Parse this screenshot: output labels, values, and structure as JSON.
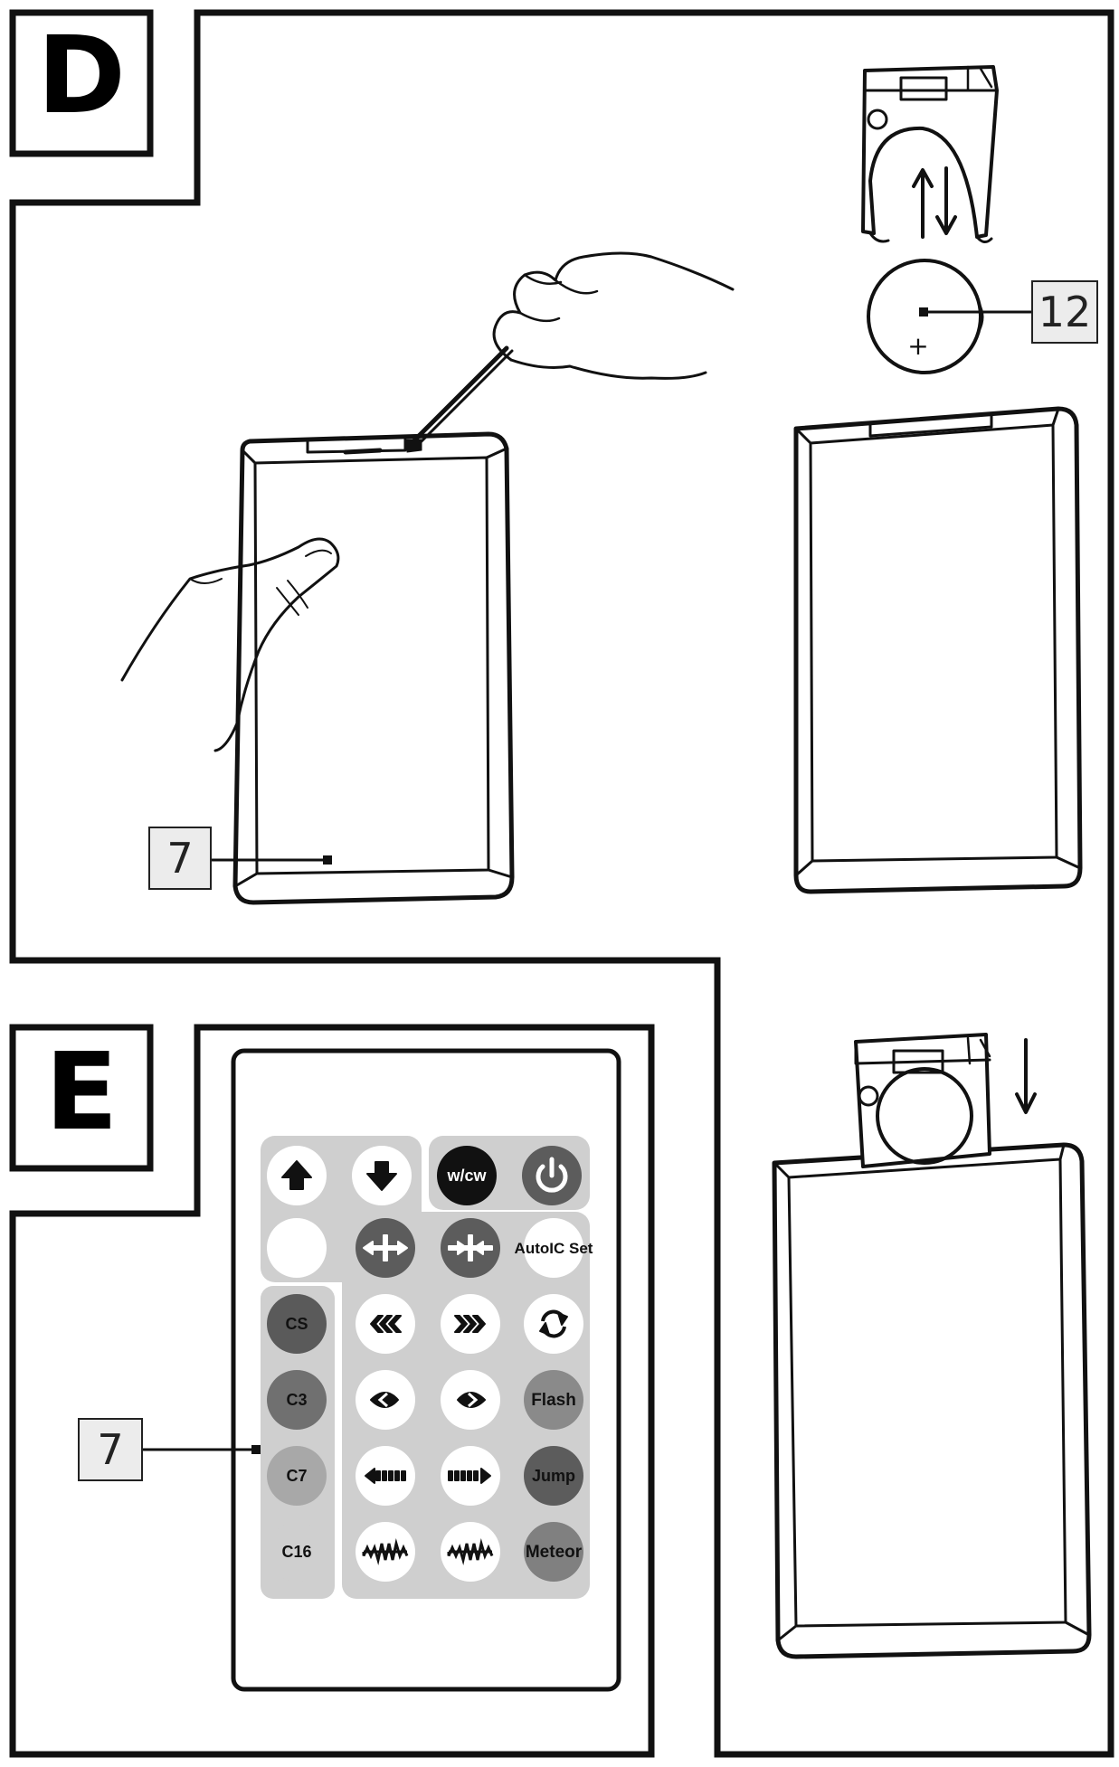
{
  "sections": {
    "d": {
      "letter": "D"
    },
    "e": {
      "letter": "E"
    }
  },
  "callouts": {
    "remote_top": "7",
    "battery": "12",
    "remote_keypad": "7"
  },
  "battery": {
    "polarity": "+"
  },
  "remote_buttons": [
    {
      "id": "up",
      "label": "",
      "icon": "arrow-up-icon",
      "fill": "#ffffff"
    },
    {
      "id": "down",
      "label": "",
      "icon": "arrow-down-icon",
      "fill": "#ffffff"
    },
    {
      "id": "wcw",
      "label": "w/cw",
      "icon": "",
      "fill": "#111111"
    },
    {
      "id": "power",
      "label": "",
      "icon": "power-icon",
      "fill": "#5c5c5c"
    },
    {
      "id": "white",
      "label": "",
      "icon": "",
      "fill": "#ffffff"
    },
    {
      "id": "expand",
      "label": "",
      "icon": "expand-icon",
      "fill": "#5c5c5c"
    },
    {
      "id": "collapse",
      "label": "",
      "icon": "collapse-icon",
      "fill": "#5c5c5c"
    },
    {
      "id": "autoic",
      "label": "AutoIC Set",
      "icon": "",
      "fill": "#ffffff"
    },
    {
      "id": "cs",
      "label": "CS",
      "icon": "",
      "fill": "#5a5a5a"
    },
    {
      "id": "chev-left",
      "label": "",
      "icon": "chevrons-left-icon",
      "fill": "#ffffff"
    },
    {
      "id": "chev-right",
      "label": "",
      "icon": "chevrons-right-icon",
      "fill": "#ffffff"
    },
    {
      "id": "cycle",
      "label": "",
      "icon": "cycle-icon",
      "fill": "#ffffff"
    },
    {
      "id": "c3",
      "label": "C3",
      "icon": "",
      "fill": "#707070"
    },
    {
      "id": "eye-left",
      "label": "",
      "icon": "eye-left-icon",
      "fill": "#ffffff"
    },
    {
      "id": "eye-right",
      "label": "",
      "icon": "eye-right-icon",
      "fill": "#ffffff"
    },
    {
      "id": "flash",
      "label": "Flash",
      "icon": "",
      "fill": "#8a8a8a"
    },
    {
      "id": "c7",
      "label": "C7",
      "icon": "",
      "fill": "#a8a8a8"
    },
    {
      "id": "dash-left",
      "label": "",
      "icon": "dash-arrow-left-icon",
      "fill": "#ffffff"
    },
    {
      "id": "dash-right",
      "label": "",
      "icon": "dash-arrow-right-icon",
      "fill": "#ffffff"
    },
    {
      "id": "jump",
      "label": "Jump",
      "icon": "",
      "fill": "#5c5c5c"
    },
    {
      "id": "c16",
      "label": "C16",
      "icon": "",
      "fill": "#cfcfcf"
    },
    {
      "id": "spark-left",
      "label": "",
      "icon": "spark-left-icon",
      "fill": "#ffffff"
    },
    {
      "id": "spark-right",
      "label": "",
      "icon": "spark-right-icon",
      "fill": "#ffffff"
    },
    {
      "id": "meteor",
      "label": "Meteor",
      "icon": "",
      "fill": "#808080"
    }
  ]
}
